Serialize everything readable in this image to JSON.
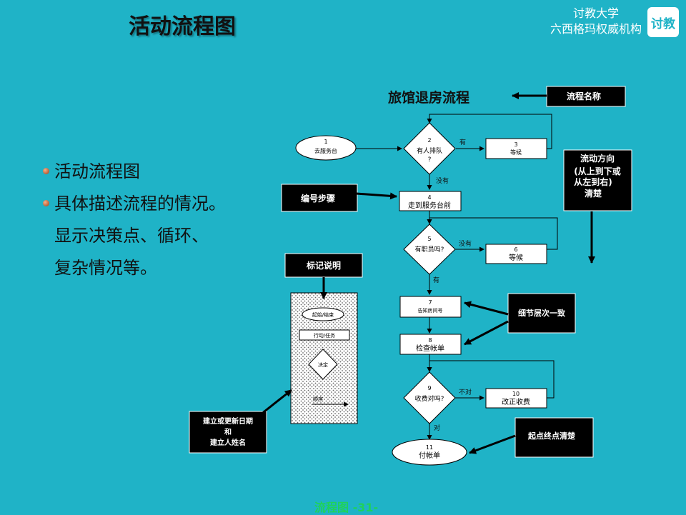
{
  "page": {
    "title": "活动流程图",
    "brand_line1": "讨教大学",
    "brand_line2": "六西格玛权威机构",
    "logo_text": "讨教",
    "footer": "流程图 -31-"
  },
  "bullets": {
    "item1": "活动流程图",
    "item2": "具体描述流程的情况。",
    "item2_cont1": "显示决策点、循环、",
    "item2_cont2": "复杂情况等。"
  },
  "diagram": {
    "title": "旅馆退房流程",
    "n1_num": "1",
    "n1_text": "去服务台",
    "n2_num": "2",
    "n2_text1": "有人排队",
    "n2_text2": "?",
    "n3_num": "3",
    "n3_text": "等候",
    "n4_num": "4",
    "n4_text": "走到服务台前",
    "n5_num": "5",
    "n5_text": "有职员吗?",
    "n6_num": "6",
    "n6_text": "等候",
    "n7_num": "7",
    "n7_text": "告知房间号",
    "n8_num": "8",
    "n8_text": "检查帐单",
    "n9_num": "9",
    "n9_text": "收费对吗?",
    "n10_num": "10",
    "n10_text": "改正收费",
    "n11_num": "11",
    "n11_text": "付帐单",
    "edge_yes_2": "有",
    "edge_no_2": "没有",
    "edge_no_5": "没有",
    "edge_yes_5": "有",
    "edge_wrong_9": "不对",
    "edge_right_9": "对",
    "legend_start_end": "起始/结束",
    "legend_activity": "行动/任务",
    "legend_decision": "决定",
    "legend_sequence": "顺序"
  },
  "callouts": {
    "process_name": "流程名称",
    "flow_direction_1": "流动方向",
    "flow_direction_2": "(从上到下或",
    "flow_direction_3": "从左到右)",
    "flow_direction_4": "清楚",
    "number_steps": "编号步骤",
    "legend": "标记说明",
    "detail_level": "细节层次一致",
    "created_1": "建立或更新日期",
    "created_2": "和",
    "created_3": "建立人姓名",
    "start_end_clear": "起点终点清楚"
  },
  "colors": {
    "background": "#1fb3c7",
    "callout_bg": "#000000",
    "footer_text": "#1fd25a"
  }
}
